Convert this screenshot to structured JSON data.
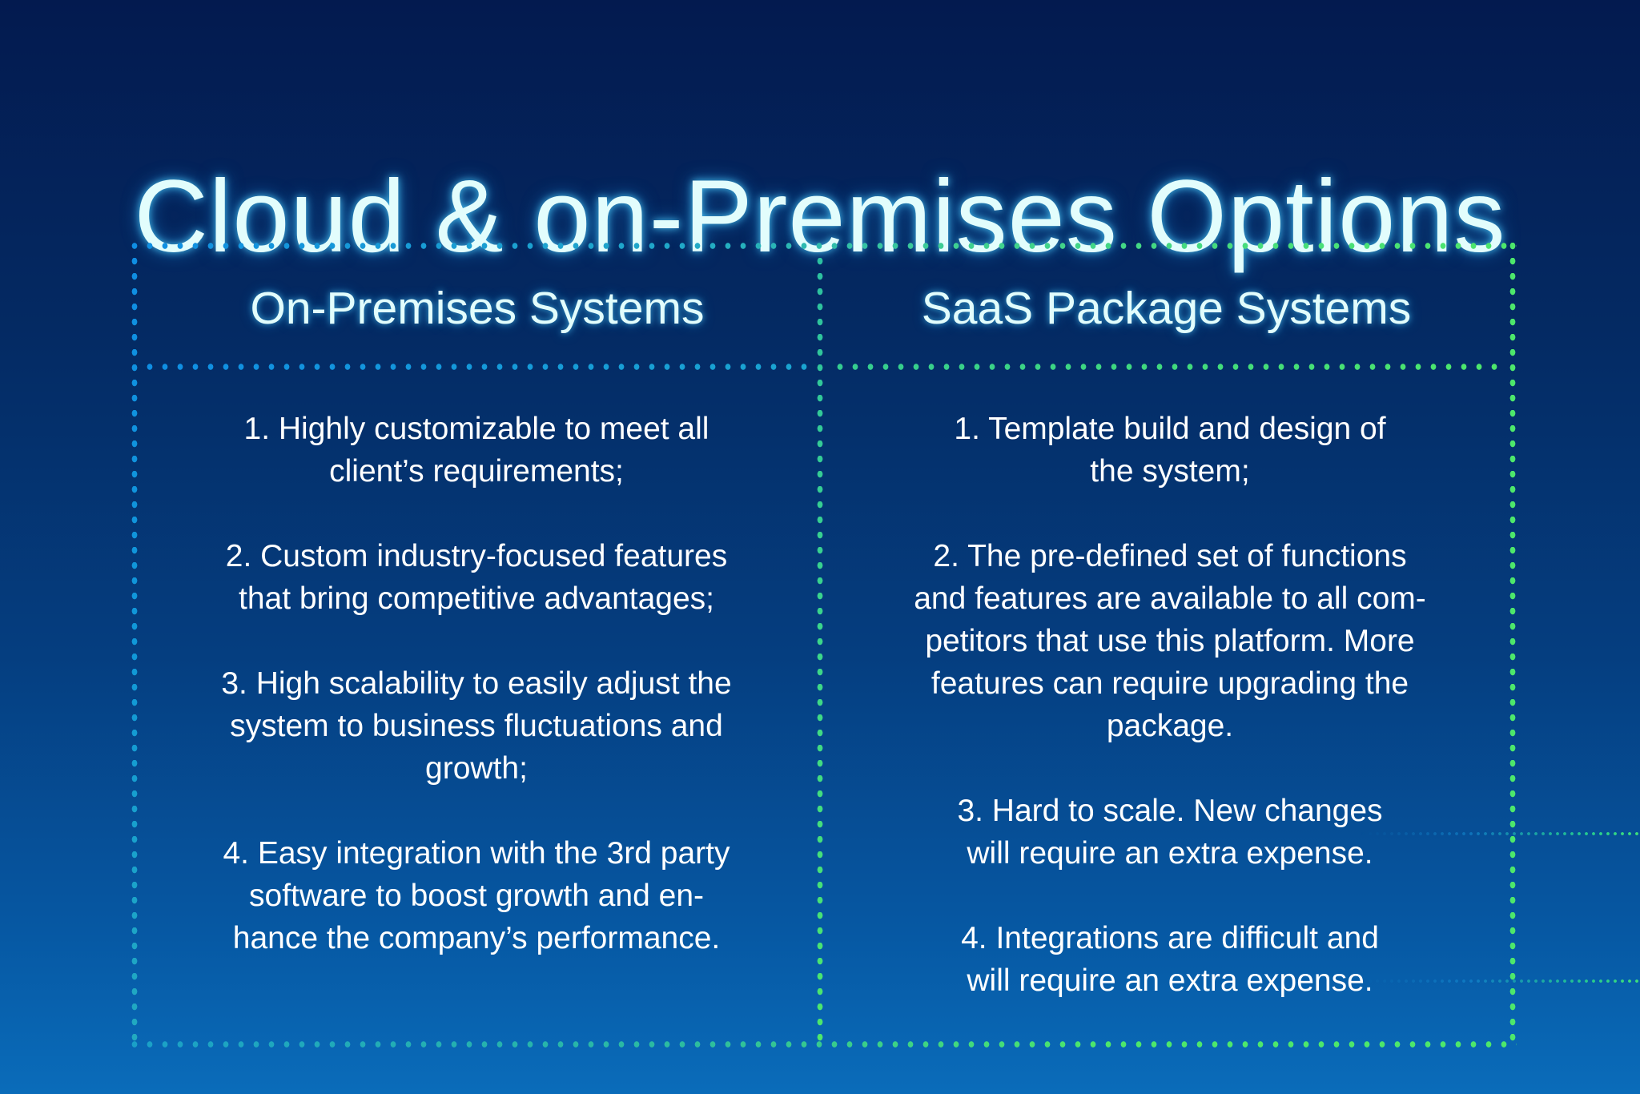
{
  "title": "Cloud & on-Premises Options",
  "colors": {
    "background_top": "#031a4f",
    "background_bottom": "#0a6cba",
    "title_text": "#e2fdfc",
    "title_glow": "#50d2ff",
    "border_blue": "#0f8ee3",
    "border_green": "#4de76b",
    "body_text": "#ffffff"
  },
  "columns": [
    {
      "header": "On-Premises Systems",
      "items": [
        "1. Highly customizable to meet all\nclient’s requirements;",
        "2. Custom industry-focused features\nthat bring competitive advantages;",
        "3. High scalability to easily adjust the\nsystem to business fluctuations and\ngrowth;",
        "4. Easy integration with the 3rd party\nsoftware to boost growth and en-\nhance the company’s performance."
      ]
    },
    {
      "header": "SaaS Package Systems",
      "items": [
        "1. Template build and design of\nthe system;",
        "2. The pre-defined set of functions\nand features are available to all com-\npetitors that use this platform. More\nfeatures can require upgrading the\npackage.",
        "3. Hard to scale. New changes\nwill require an extra expense.",
        "4. Integrations are difficult and\nwill require an extra expense."
      ]
    }
  ]
}
